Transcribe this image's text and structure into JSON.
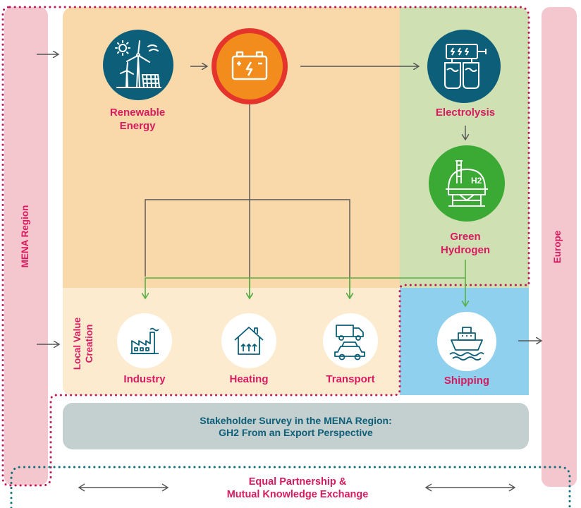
{
  "left_band": {
    "label": "MENA Region"
  },
  "right_band": {
    "label": "Europe"
  },
  "nodes": {
    "renewable": {
      "line1": "Renewable",
      "line2": "Energy"
    },
    "battery": {
      "name": "battery"
    },
    "electrolysis": {
      "label": "Electrolysis"
    },
    "hydrogen": {
      "line1": "Green",
      "line2": "Hydrogen",
      "badge": "H2"
    },
    "industry": {
      "label": "Industry"
    },
    "heating": {
      "label": "Heating"
    },
    "transport": {
      "label": "Transport"
    },
    "shipping": {
      "label": "Shipping"
    }
  },
  "local_value": {
    "line1": "Local Value",
    "line2": "Creation"
  },
  "survey": {
    "line1": "Stakeholder Survey in the MENA Region:",
    "line2": "GH2 From an Export Perspective"
  },
  "partnership": {
    "line1": "Equal Partnership &",
    "line2": "Mutual Knowledge Exchange"
  },
  "colors": {
    "pink": "#d81b60",
    "band": "#f4c7cf",
    "orange_area": "#f9d9a9",
    "green_area": "#cfe0b2",
    "beige_area": "#fdebd0",
    "blue_area": "#8ed0ee",
    "survey_box": "#c4d0d0",
    "teal": "#0d5f79",
    "battery_orange": "#f28c1c",
    "battery_red": "#e4342c",
    "hydrogen_green": "#3aaa35",
    "dotted_pink": "#c2185b",
    "dotted_teal": "#0d6f78",
    "arrow_gray": "#555555",
    "arrow_green": "#58b044"
  }
}
